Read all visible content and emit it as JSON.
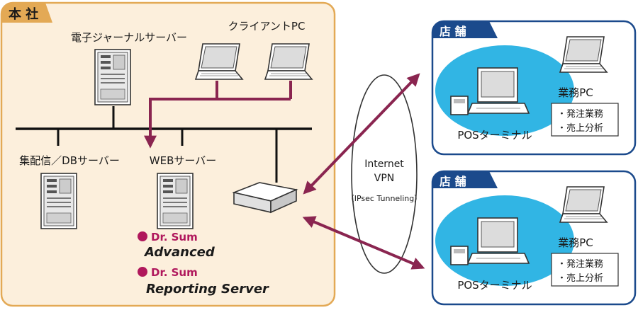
{
  "hq": {
    "title": "本 社",
    "journal_server": "電子ジャーナルサーバー",
    "client_pc": "クライアントPC",
    "db_server": "集配信／DBサーバー",
    "web_server": "WEBサーバー",
    "product1_brand": "Dr. Sum",
    "product1_name": "Advanced",
    "product2_brand": "Dr. Sum",
    "product2_name": "Reporting Server"
  },
  "network": {
    "line1": "Internet",
    "line2": "VPN",
    "line3": "（IPsec Tunneling）"
  },
  "stores": [
    {
      "title": "店 舗",
      "pc": "業務PC",
      "pos": "POSターミナル",
      "tasks": [
        "・発注業務",
        "・売上分析"
      ]
    },
    {
      "title": "店 舗",
      "pc": "業務PC",
      "pos": "POSターミナル",
      "tasks": [
        "・発注業務",
        "・売上分析"
      ]
    }
  ],
  "colors": {
    "hq_bg": "#fcefdc",
    "hq_border": "#e3a955",
    "store_border": "#1b4a8c",
    "store_header": "#1b4a8c",
    "blob": "#31b5e4",
    "arrow": "#8a2550"
  }
}
